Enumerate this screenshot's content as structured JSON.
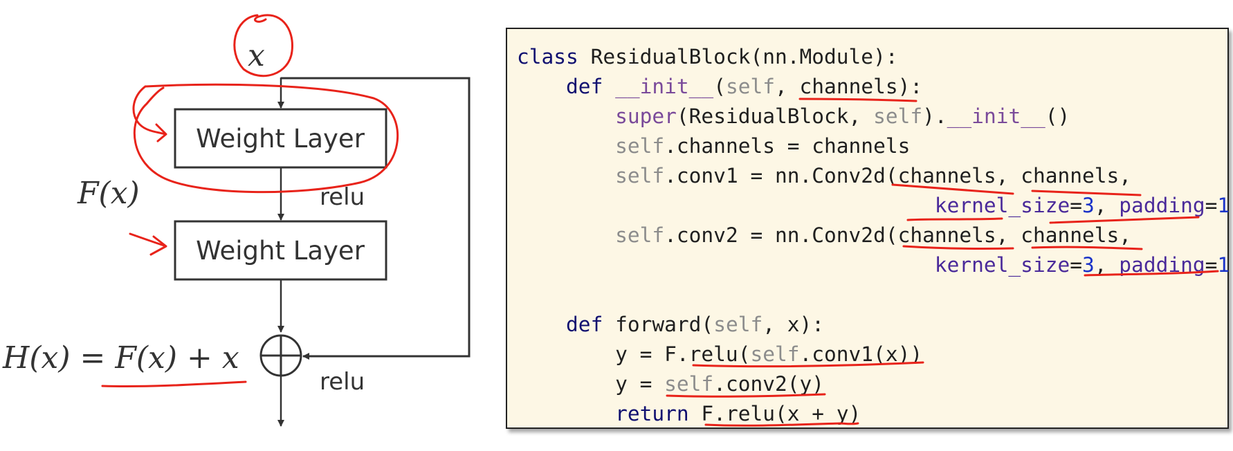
{
  "diagram": {
    "input": "x",
    "box1": "Weight Layer",
    "box2": "Weight Layer",
    "relu1": "relu",
    "relu2": "relu",
    "fx_label": "F(x)",
    "hx_label": "H(x) = F(x) + x"
  },
  "code": {
    "lines": [
      [
        {
          "t": "class",
          "c": "kw"
        },
        {
          "t": " ResidualBlock(nn.Module):"
        }
      ],
      [
        {
          "t": "    "
        },
        {
          "t": "def",
          "c": "kw"
        },
        {
          "t": " "
        },
        {
          "t": "__init__",
          "c": "bi"
        },
        {
          "t": "("
        },
        {
          "t": "self",
          "c": "sf"
        },
        {
          "t": ", channels):"
        }
      ],
      [
        {
          "t": "        "
        },
        {
          "t": "super",
          "c": "bi"
        },
        {
          "t": "(ResidualBlock, "
        },
        {
          "t": "self",
          "c": "sf"
        },
        {
          "t": ")."
        },
        {
          "t": "__init__",
          "c": "bi"
        },
        {
          "t": "()"
        }
      ],
      [
        {
          "t": "        "
        },
        {
          "t": "self",
          "c": "sf"
        },
        {
          "t": ".channels = channels"
        }
      ],
      [
        {
          "t": "        "
        },
        {
          "t": "self",
          "c": "sf"
        },
        {
          "t": ".conv1 = nn.Conv2d(channels, channels,"
        }
      ],
      [
        {
          "t": "                                  "
        },
        {
          "t": "kernel_size",
          "c": "kwa"
        },
        {
          "t": "="
        },
        {
          "t": "3",
          "c": "num"
        },
        {
          "t": ", "
        },
        {
          "t": "padding",
          "c": "kwa"
        },
        {
          "t": "="
        },
        {
          "t": "1",
          "c": "num"
        },
        {
          "t": ")"
        }
      ],
      [
        {
          "t": "        "
        },
        {
          "t": "self",
          "c": "sf"
        },
        {
          "t": ".conv2 = nn.Conv2d(channels, channels,"
        }
      ],
      [
        {
          "t": "                                  "
        },
        {
          "t": "kernel_size",
          "c": "kwa"
        },
        {
          "t": "="
        },
        {
          "t": "3",
          "c": "num"
        },
        {
          "t": ", "
        },
        {
          "t": "padding",
          "c": "kwa"
        },
        {
          "t": "="
        },
        {
          "t": "1",
          "c": "num"
        },
        {
          "t": ")"
        }
      ],
      [],
      [
        {
          "t": "    "
        },
        {
          "t": "def",
          "c": "kw"
        },
        {
          "t": " forward("
        },
        {
          "t": "self",
          "c": "sf"
        },
        {
          "t": ", x):"
        }
      ],
      [
        {
          "t": "        y = F.relu("
        },
        {
          "t": "self",
          "c": "sf"
        },
        {
          "t": ".conv1(x))"
        }
      ],
      [
        {
          "t": "        y = "
        },
        {
          "t": "self",
          "c": "sf"
        },
        {
          "t": ".conv2(y)"
        }
      ],
      [
        {
          "t": "        "
        },
        {
          "t": "return",
          "c": "kw"
        },
        {
          "t": " F.relu(x + y)"
        }
      ]
    ]
  },
  "colors": {
    "ink": "#e8231a",
    "stroke": "#333333",
    "panel": "#fdf7e5"
  }
}
